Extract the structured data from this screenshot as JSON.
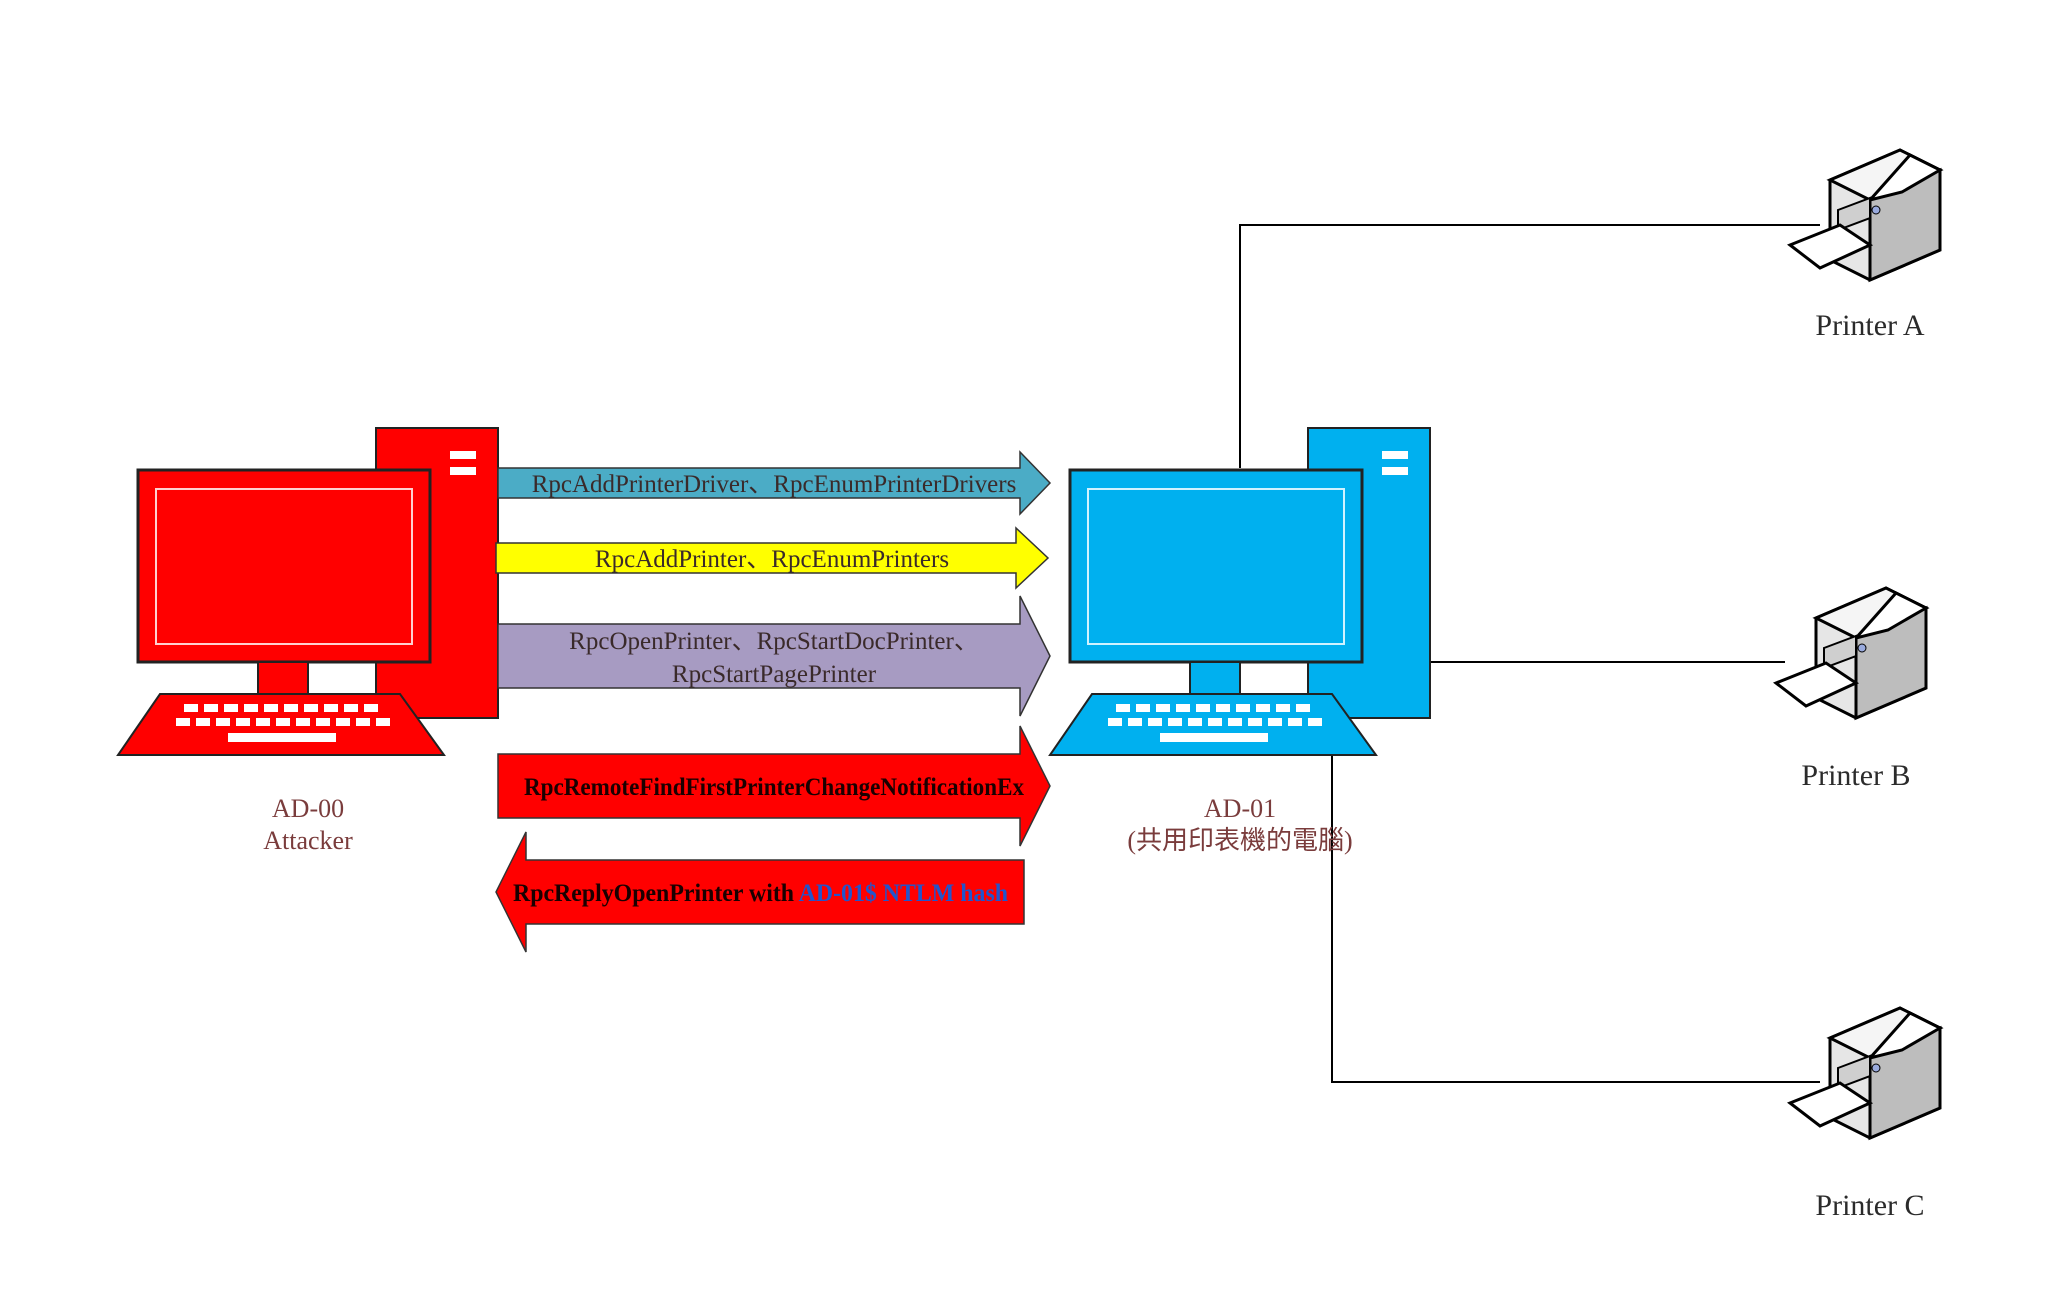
{
  "colors": {
    "attacker": "#ff0000",
    "target": "#00b0ef",
    "arrow_driver": "#4bacc6",
    "arrow_printer": "#ffff00",
    "arrow_open": "#a79bc2",
    "arrow_notify": "#ff0000",
    "arrow_reply": "#ff0000",
    "hash_text": "#2255cc"
  },
  "nodes": {
    "attacker": {
      "name": "AD-00",
      "role": "Attacker",
      "icon": "desktop-computer-icon"
    },
    "target": {
      "name": "AD-01",
      "role": "(共用印表機的電腦)",
      "icon": "desktop-computer-icon"
    }
  },
  "arrows": {
    "driver": "RpcAddPrinterDriver、RpcEnumPrinterDrivers",
    "printer": "RpcAddPrinter、RpcEnumPrinters",
    "open_line1": "RpcOpenPrinter、RpcStartDocPrinter、",
    "open_line2": "RpcStartPagePrinter",
    "notify": "RpcRemoteFindFirstPrinterChangeNotificationEx",
    "reply_prefix": "RpcReplyOpenPrinter with ",
    "reply_hash": "AD-01$ NTLM hash"
  },
  "printers": [
    {
      "label": "Printer A",
      "icon": "printer-icon"
    },
    {
      "label": "Printer B",
      "icon": "printer-icon"
    },
    {
      "label": "Printer C",
      "icon": "printer-icon"
    }
  ]
}
